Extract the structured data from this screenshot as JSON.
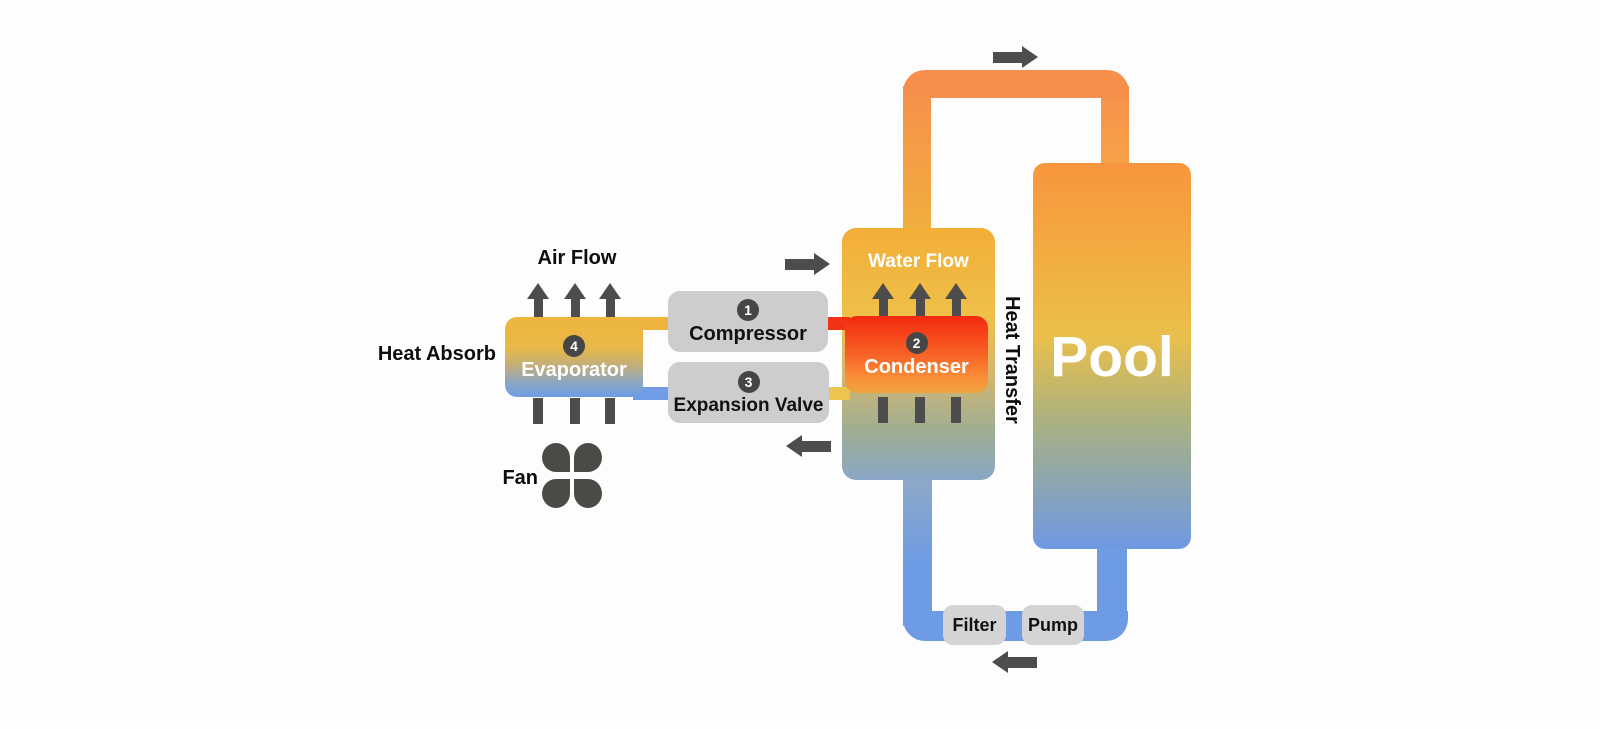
{
  "diagram": {
    "labels": {
      "air_flow": "Air Flow",
      "heat_absorb": "Heat Absorb",
      "fan": "Fan",
      "water_flow": "Water Flow",
      "heat_transfer": "Heat Transfer",
      "pool": "Pool"
    },
    "components": {
      "compressor": {
        "step": "1",
        "label": "Compressor"
      },
      "condenser": {
        "step": "2",
        "label": "Condenser"
      },
      "expansion_valve": {
        "step": "3",
        "label": "Expansion Valve"
      },
      "evaporator": {
        "step": "4",
        "label": "Evaporator"
      },
      "filter": {
        "label": "Filter"
      },
      "pump": {
        "label": "Pump"
      }
    },
    "icons": {
      "flow_right": "flow-arrow-right",
      "flow_left": "flow-arrow-left",
      "air_up": "up-arrow",
      "fan": "fan-blades"
    },
    "colors": {
      "hot_pipe_orange": "#f78f4c",
      "cold_pipe_blue": "#6d9be5",
      "refrigerant_hot_red": "#f23318",
      "refrigerant_warm_yellow": "#ecc54f",
      "evaporator_blue": "#6f9ce5",
      "vessel_gold": "#eec04a",
      "component_gray": "#cdcdcd",
      "badge_dark": "#464646",
      "arrow_dark": "#4d4d4d"
    }
  }
}
